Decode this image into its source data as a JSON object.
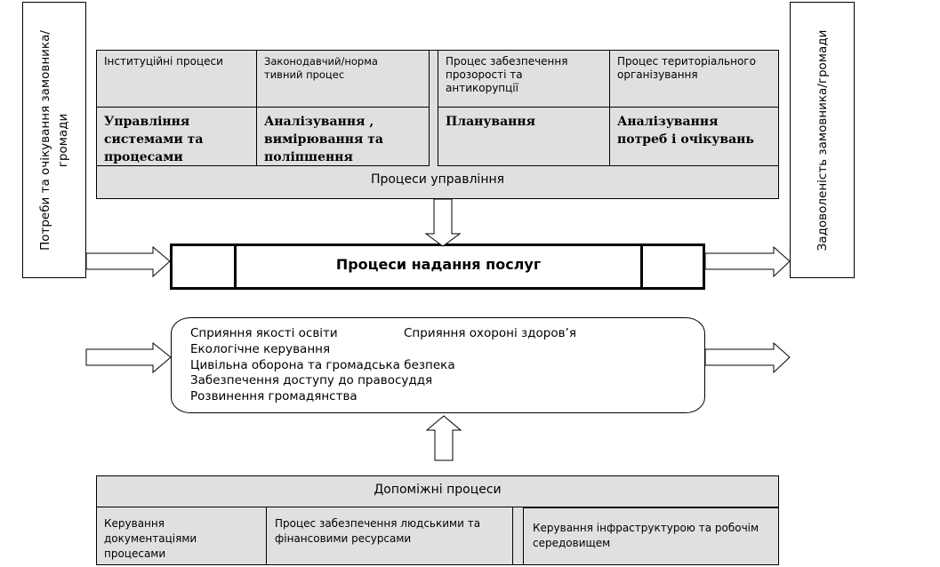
{
  "left_panel": "Потреби та очікування замовника/громади",
  "right_panel": "Задоволеність замовника/громади",
  "management": {
    "headers": [
      "Інституційні процеси",
      "Законодавчий/нормативний процес",
      "Процес забезпечення прозорості та антикорупції",
      "Процес територіального організування"
    ],
    "bodies": [
      "Управління системами та процесами",
      "Аналізування , вимірювання та поліпшення",
      "Планування",
      "Аналізування потреб і очікувань"
    ],
    "title": "Процеси управління"
  },
  "service": {
    "title": "Процеси надання послуг"
  },
  "areas": {
    "education": "Сприяння якості освіти",
    "health": "Сприяння охороні здоров’я",
    "ecology": "Екологічне керування",
    "civil": "Цивільна оборона та громадська безпека",
    "justice": "Забезпечення доступу до правосуддя",
    "citizenship": "Розвинення громадянства"
  },
  "support": {
    "title": "Допоміжні процеси",
    "items": [
      "Керування документаціями процесами",
      "Процес забезпечення людськими та фінансовими ресурсами",
      "Керування інфраструктурою та робочім середовищем"
    ]
  }
}
